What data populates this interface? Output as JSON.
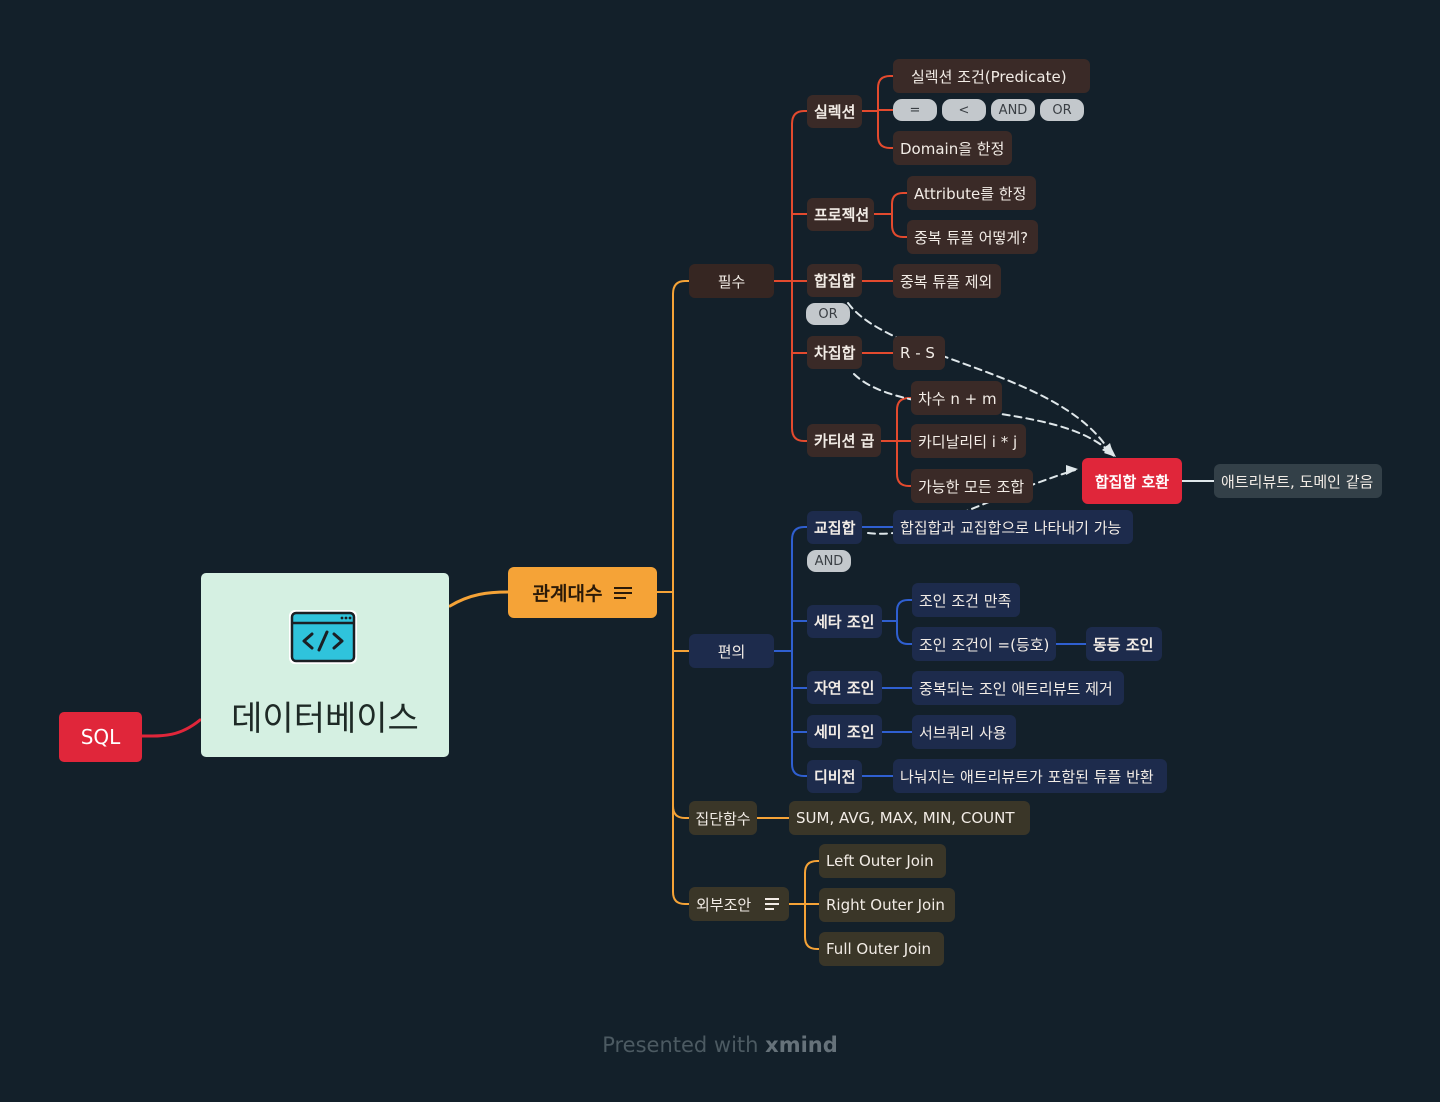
{
  "mindmap": {
    "root": {
      "label": "데이터베이스",
      "icon": "code-window-icon"
    },
    "floating": {
      "label": "SQL"
    },
    "main_topic": {
      "label": "관계대수"
    },
    "essential": {
      "label": "필수",
      "selection": {
        "label": "실렉션",
        "predicate": "실렉션 조건(Predicate)",
        "operators": [
          "=",
          "<",
          "AND",
          "OR"
        ],
        "domain_limit": "Domain을 한정"
      },
      "projection": {
        "label": "프로젝션",
        "attribute_limit": "Attribute를 한정",
        "duplicate_question": "중복 튜플 어떻게?"
      },
      "union": {
        "label": "합집합",
        "detail": "중복 튜플 제외"
      },
      "or_tag": "OR",
      "difference": {
        "label": "차집합",
        "detail": "R - S"
      },
      "cartesian": {
        "label": "카티션 곱",
        "degree": "차수 n + m",
        "cardinality": "카디날리티 i * j",
        "all_combinations": "가능한 모든 조합"
      }
    },
    "union_compatible": {
      "label": "합집합 호환",
      "detail": "애트리뷰트, 도메인 같음"
    },
    "convenience": {
      "label": "편의",
      "intersection": {
        "label": "교집합",
        "detail": "합집합과 교집합으로 나타내기 가능"
      },
      "and_tag": "AND",
      "theta_join": {
        "label": "세타 조인",
        "condition": "조인 조건 만족",
        "equals": "조인 조건이 =(등호)",
        "equi_join": "동등 조인"
      },
      "natural_join": {
        "label": "자연 조인",
        "detail": "중복되는 조인 애트리뷰트 제거"
      },
      "semi_join": {
        "label": "세미 조인",
        "detail": "서브쿼리 사용"
      },
      "division": {
        "label": "디비전",
        "detail": "나눠지는 애트리뷰트가 포함된 튜플 반환"
      }
    },
    "aggregate": {
      "label": "집단함수",
      "detail": "SUM, AVG, MAX, MIN, COUNT"
    },
    "outer_join": {
      "label": "외부조안",
      "left": "Left Outer Join",
      "right": "Right Outer Join",
      "full": "Full Outer Join"
    }
  },
  "footer": {
    "prefix": "Presented with",
    "brand": "xmind"
  },
  "colors": {
    "background": "#13202a",
    "orange_branch": "#f5a337",
    "red_branch": "#e34a2e",
    "blue_branch": "#2f5fd0",
    "relationship": "#dfe7ea"
  }
}
